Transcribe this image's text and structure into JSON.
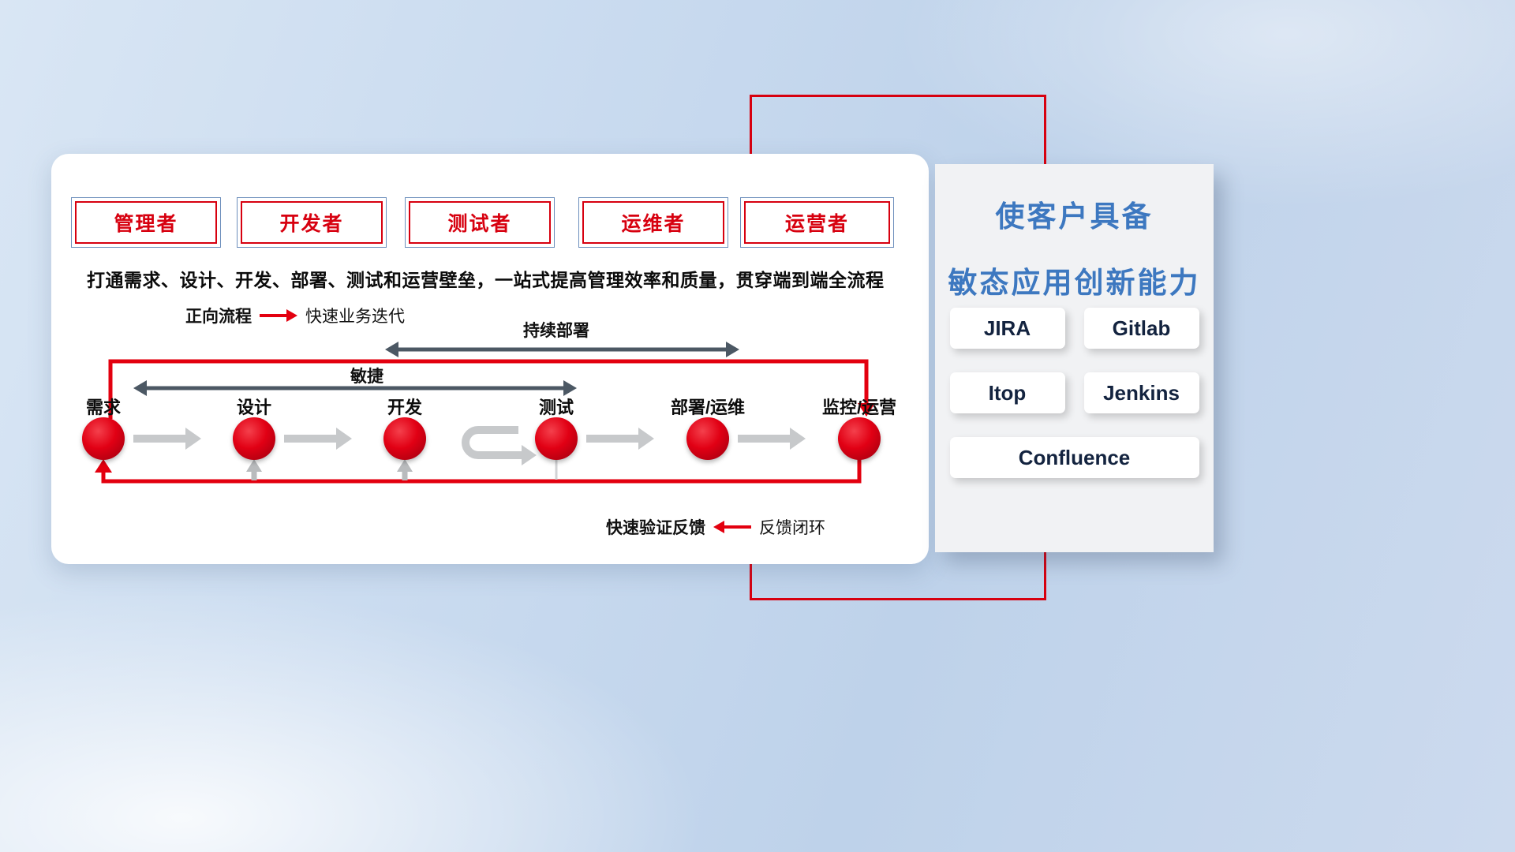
{
  "roles": [
    {
      "label": "管理者"
    },
    {
      "label": "开发者"
    },
    {
      "label": "测试者"
    },
    {
      "label": "运维者"
    },
    {
      "label": "运营者"
    }
  ],
  "subtitle": "打通需求、设计、开发、部署、测试和运营壁垒，一站式提高管理效率和质量，贯穿端到端全流程",
  "legend_forward": {
    "label": "正向流程",
    "value": "快速业务迭代"
  },
  "legend_feedback": {
    "label": "快速验证反馈",
    "value": "反馈闭环"
  },
  "flow": {
    "span_labels": {
      "continuous_deploy": "持续部署",
      "agile": "敏捷"
    },
    "stages": [
      "需求",
      "设计",
      "开发",
      "测试",
      "部署/运维",
      "监控/运营"
    ]
  },
  "panel": {
    "title_line1": "使客户具备",
    "title_line2": "敏态应用创新能力",
    "tools": [
      "JIRA",
      "Gitlab",
      "Itop",
      "Jenkins",
      "Confluence"
    ],
    "accent_color": "#3d78c0"
  },
  "colors": {
    "red": "#e3000f",
    "dark_arrow": "#4c5864",
    "light_arrow": "#c7c9cb"
  }
}
